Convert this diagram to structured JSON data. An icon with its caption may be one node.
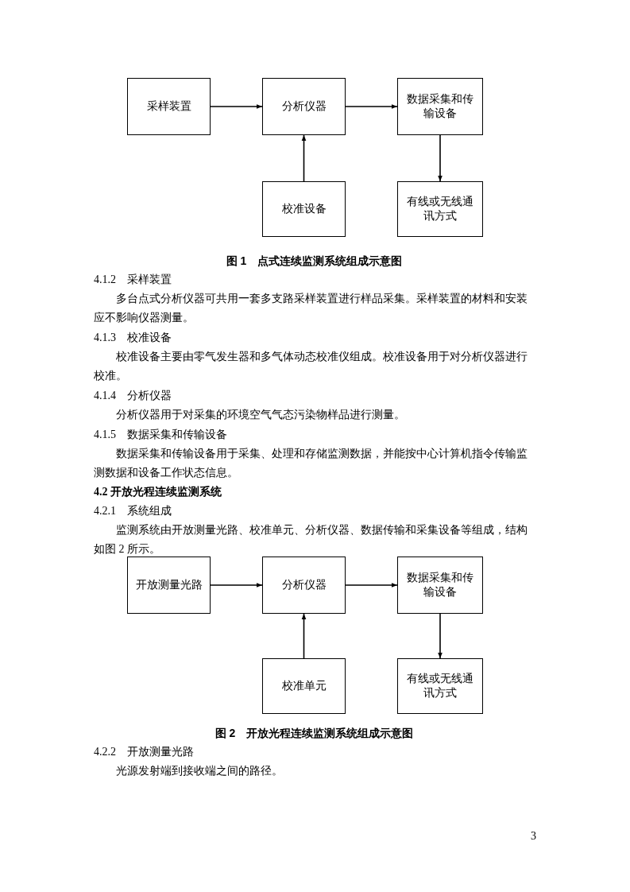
{
  "diagram": {
    "nodes": [
      {
        "text": [
          "采样装置"
        ]
      },
      {
        "text": [
          "分析仪器"
        ]
      },
      {
        "text": [
          "数据采集和传输设备"
        ]
      },
      {
        "text": [
          "校准设备"
        ]
      },
      {
        "text": [
          "有线或无线通讯方式"
        ]
      },
      {
        "text": [
          "开放测量光路"
        ]
      },
      {
        "text": [
          "分析仪器"
        ]
      },
      {
        "text": [
          "数据采集和传输设备"
        ]
      },
      {
        "text": [
          "校准单元"
        ]
      },
      {
        "text": [
          "有线或无线通讯方式"
        ]
      }
    ],
    "edges": [
      {
        "from": 0,
        "to": 1,
        "arrow": "to"
      },
      {
        "from": 1,
        "to": 2,
        "arrow": "to"
      },
      {
        "from": 3,
        "to": 1,
        "arrow": "to"
      },
      {
        "from": 2,
        "to": 4,
        "arrow": "to"
      },
      {
        "from": 5,
        "to": 6,
        "arrow": "to"
      },
      {
        "from": 6,
        "to": 7,
        "arrow": "to"
      },
      {
        "from": 8,
        "to": 6,
        "arrow": "to"
      },
      {
        "from": 7,
        "to": 9,
        "arrow": "to"
      }
    ],
    "labels": [
      "图 1　点式连续监测系统组成示意图",
      "4.1.2　采样装置",
      "多台点式分析仪器可共用一套多支路采样装置进行样品采集。采样装置的材料和安装应不影响仪器测量。",
      "4.1.3　校准设备",
      "校准设备主要由零气发生器和多气体动态校准仪组成。校准设备用于对分析仪器进行校准。",
      "4.1.4　分析仪器",
      "分析仪器用于对采集的环境空气气态污染物样品进行测量。",
      "4.1.5　数据采集和传输设备",
      "数据采集和传输设备用于采集、处理和存储监测数据，并能按中心计算机指令传输监测数据和设备工作状态信息。",
      "4.2 开放光程连续监测系统",
      "4.2.1　系统组成",
      "监测系统由开放测量光路、校准单元、分析仪器、数据传输和采集设备等组成，结构如图 2 所示。",
      "图 2　开放光程连续监测系统组成示意图",
      "4.2.2　开放测量光路",
      "光源发射端到接收端之间的路径。",
      "3"
    ]
  }
}
